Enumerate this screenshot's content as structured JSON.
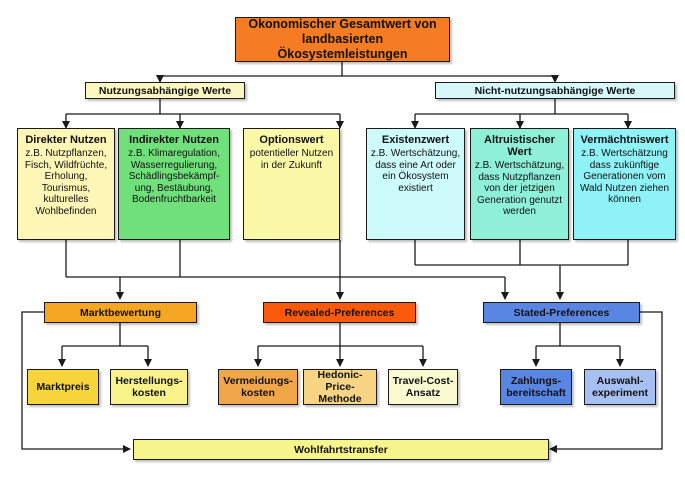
{
  "title": {
    "line1": "Ökonomischer Gesamtwert  von",
    "line2": "landbasierten Ökosystemleistungen"
  },
  "categories": {
    "use": "Nutzungsabhängige Werte",
    "nonuse": "Nicht-nutzungsabhängige Werte"
  },
  "values": {
    "direct": {
      "title": "Direkter Nutzen",
      "desc": [
        "z.B. Nutzpflanzen,",
        "Fisch, Wildfrüchte,",
        "Erholung,",
        "Tourismus,",
        "kulturelles",
        "Wohlbefinden"
      ]
    },
    "indirect": {
      "title": "Indirekter Nutzen",
      "desc": [
        "z.B. Klimaregulation,",
        "Wasserregulierung,",
        "Schädlingsbekämpf-",
        "ung, Bestäubung,",
        "Bodenfruchtbarkeit"
      ]
    },
    "option": {
      "title": "Optionswert",
      "desc": [
        "potentieller Nutzen",
        "in der Zukunft"
      ]
    },
    "existence": {
      "title": "Existenzwert",
      "desc": [
        "z.B. Wertschätzung,",
        "dass eine Art oder",
        "ein Ökosystem",
        "existiert"
      ]
    },
    "altruistic": {
      "title1": "Altruistischer",
      "title2": "Wert",
      "desc": [
        "z.B. Wertschätzung,",
        "dass Nutzpflanzen",
        "von der jetzigen",
        "Generation genutzt",
        "werden"
      ]
    },
    "bequest": {
      "title": "Vermächtniswert",
      "desc": [
        "z.B.  Wertschätzung",
        "dass zukünftige",
        "Generationen vom",
        "Wald Nutzen ziehen",
        "können"
      ]
    }
  },
  "approaches": {
    "market": "Marktbewertung",
    "revealed": "Revealed-Preferences",
    "stated": "Stated-Preferences"
  },
  "methods": {
    "marktpreis": [
      "Marktpreis"
    ],
    "herstellung": [
      "Herstellungs-",
      "kosten"
    ],
    "vermeidung": [
      "Vermeidungs-",
      "kosten"
    ],
    "hedonic": [
      "Hedonic-Price-",
      "Methode"
    ],
    "travel": [
      "Travel-Cost-",
      "Ansatz"
    ],
    "zahlung": [
      "Zahlungs-",
      "bereitschaft"
    ],
    "auswahl": [
      "Auswahl-",
      "experiment"
    ]
  },
  "transfer": "Wohlfahrtstransfer",
  "colors": {
    "title_bg": "#f57c23",
    "use_bg": "#fbf7c0",
    "nonuse_bg": "#d6f8f8",
    "direct_bg": "#fdf6b6",
    "indirect_bg": "#6fe07a",
    "option_bg": "#fbf8a8",
    "existence_bg": "#cdfafa",
    "altruistic_bg": "#8ff0d8",
    "bequest_bg": "#8ef2f6",
    "market_bg": "#f5a623",
    "revealed_bg": "#fb5a0a",
    "stated_bg": "#5a86e3",
    "marktpreis_bg": "#f7d43a",
    "herstellung_bg": "#f9f28a",
    "vermeidung_bg": "#f2a64a",
    "hedonic_bg": "#f8d485",
    "travel_bg": "#fafad0",
    "zahlung_bg": "#5a86e3",
    "auswahl_bg": "#a8bff2",
    "transfer_bg": "#f5f58c"
  }
}
